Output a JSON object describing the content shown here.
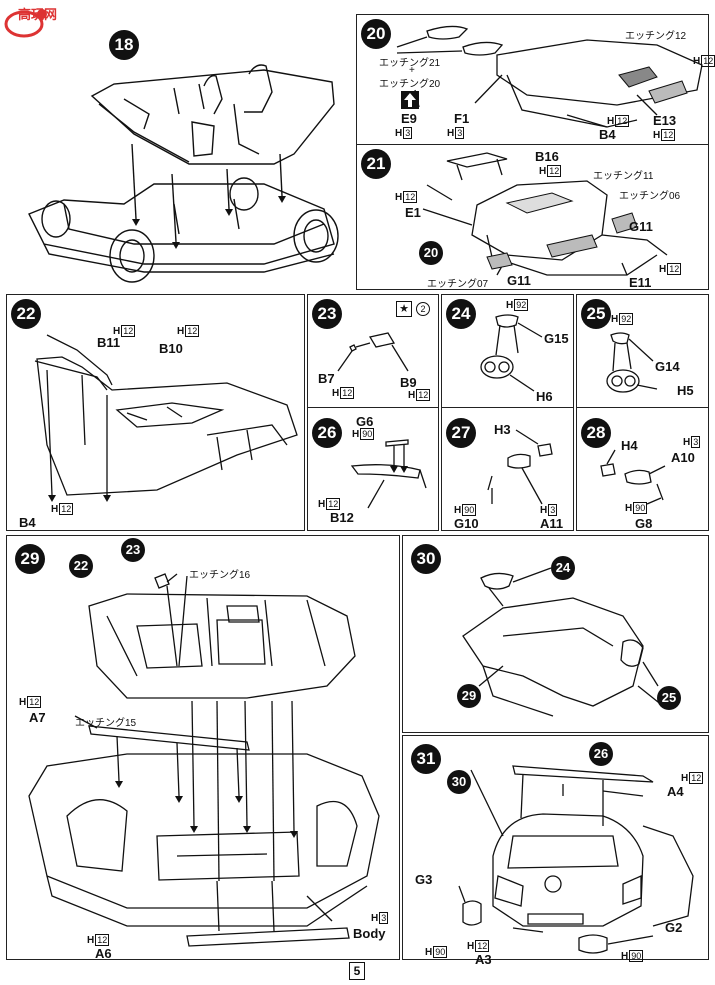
{
  "watermark": {
    "text": "高玩网"
  },
  "page": {
    "number": "5"
  },
  "steps": {
    "s18": {
      "num": "18"
    },
    "s20": {
      "num": "20",
      "etch21": "エッチング21",
      "plus": "+",
      "etch20": "エッチング20",
      "etch12": "エッチング12",
      "E9": "E9",
      "F1": "F1",
      "B4": "B4",
      "E13": "E13",
      "h_e9": "3",
      "h_f1": "3",
      "h_b4": "12",
      "h_e13": "12",
      "h_etch12": "12"
    },
    "s21": {
      "num": "21",
      "B16": "B16",
      "E1": "E1",
      "etch11": "エッチング11",
      "etch06": "エッチング06",
      "G11a": "G11",
      "G11b": "G11",
      "E11": "E11",
      "etch07": "エッチング07",
      "ref20": "20",
      "h_b16": "12",
      "h_e1": "12",
      "h_e11": "12"
    },
    "s22": {
      "num": "22",
      "B11": "B11",
      "B10": "B10",
      "B4": "B4",
      "h_b11": "12",
      "h_b10": "12",
      "h_b4": "12"
    },
    "s23": {
      "num": "23",
      "B7": "B7",
      "B9": "B9",
      "h_b7": "12",
      "h_b9": "12",
      "circle_num": "2"
    },
    "s24": {
      "num": "24",
      "G15": "G15",
      "H6": "H6",
      "h_g15": "92"
    },
    "s25": {
      "num": "25",
      "G14": "G14",
      "H5": "H5",
      "h_g14": "92"
    },
    "s26": {
      "num": "26",
      "G6": "G6",
      "B12": "B12",
      "h_g6": "90",
      "h_b12": "12"
    },
    "s27": {
      "num": "27",
      "H3": "H3",
      "G10": "G10",
      "A11": "A11",
      "h_g10": "90",
      "h_a11": "3"
    },
    "s28": {
      "num": "28",
      "H4": "H4",
      "A10": "A10",
      "G8": "G8",
      "h_a10": "3",
      "h_g8": "90"
    },
    "s29": {
      "num": "29",
      "ref22": "22",
      "ref23": "23",
      "etch16": "エッチング16",
      "etch15": "エッチング15",
      "A7": "A7",
      "A6": "A6",
      "Body": "Body",
      "h_a7": "12",
      "h_a6": "12",
      "h_body": "3"
    },
    "s30": {
      "num": "30",
      "ref24": "24",
      "ref29": "29",
      "ref25": "25"
    },
    "s31": {
      "num": "31",
      "ref30": "30",
      "ref26": "26",
      "A4": "A4",
      "G3": "G3",
      "G2": "G2",
      "A3": "A3",
      "h_a4": "12",
      "h_g3": "90",
      "h_a3": "12",
      "h_g2": "90"
    }
  },
  "h_prefix": "H"
}
